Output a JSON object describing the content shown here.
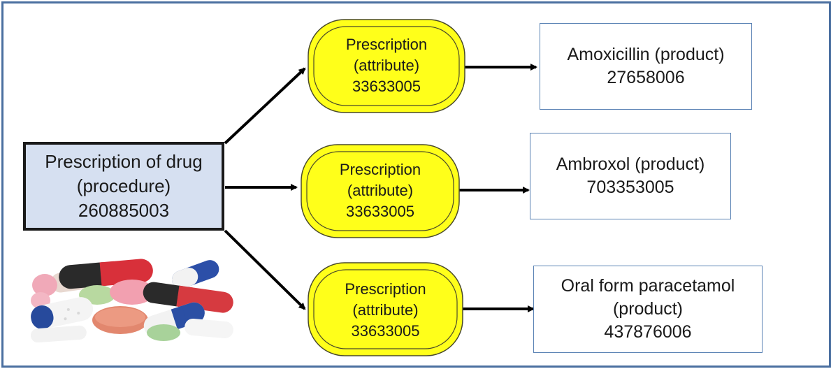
{
  "colors": {
    "frame": "#4a6fa0",
    "source_fill": "#d6e0f1",
    "attribute_fill": "#ffff1a",
    "attribute_stroke": "#4a4a2a",
    "product_border": "#5a82b4",
    "arrow": "#000000"
  },
  "source": {
    "line1": "Prescription of drug",
    "line2": "(procedure)",
    "code": "260885003"
  },
  "branches": [
    {
      "attribute": {
        "line1": "Prescription",
        "line2": "(attribute)",
        "code": "33633005"
      },
      "product": {
        "line1": "Amoxicillin (product)",
        "line2": "",
        "code": "27658006"
      }
    },
    {
      "attribute": {
        "line1": "Prescription",
        "line2": "(attribute)",
        "code": "33633005"
      },
      "product": {
        "line1": "Ambroxol (product)",
        "line2": "",
        "code": "703353005"
      }
    },
    {
      "attribute": {
        "line1": "Prescription",
        "line2": "(attribute)",
        "code": "33633005"
      },
      "product": {
        "line1": "Oral form paracetamol",
        "line2": "(product)",
        "code": "437876006"
      }
    }
  ],
  "image": {
    "icon": "pills-photo"
  }
}
